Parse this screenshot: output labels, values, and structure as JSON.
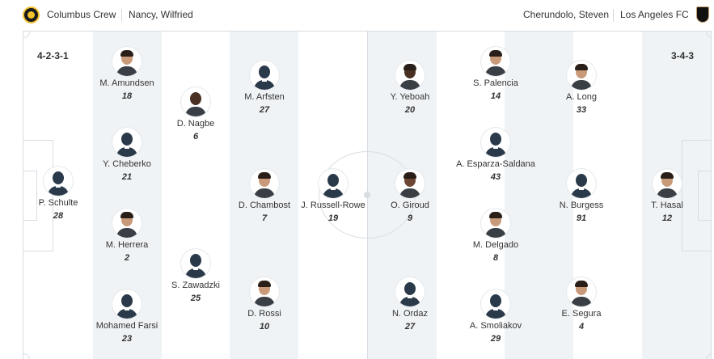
{
  "header": {
    "home_team": "Columbus Crew",
    "home_coach": "Nancy, Wilfried",
    "away_coach": "Cherundolo, Steven",
    "away_team": "Los Angeles FC"
  },
  "home_formation": "4-2-3-1",
  "away_formation": "3-4-3",
  "home_players": [
    {
      "name": "P. Schulte",
      "number": "28"
    },
    {
      "name": "M. Amundsen",
      "number": "18"
    },
    {
      "name": "Y. Cheberko",
      "number": "21"
    },
    {
      "name": "M. Herrera",
      "number": "2"
    },
    {
      "name": "Mohamed Farsi",
      "number": "23"
    },
    {
      "name": "D. Nagbe",
      "number": "6"
    },
    {
      "name": "S. Zawadzki",
      "number": "25"
    },
    {
      "name": "M. Arfsten",
      "number": "27"
    },
    {
      "name": "D. Chambost",
      "number": "7"
    },
    {
      "name": "D. Rossi",
      "number": "10"
    },
    {
      "name": "J. Russell-Rowe",
      "number": "19"
    }
  ],
  "away_players": [
    {
      "name": "T. Hasal",
      "number": "12"
    },
    {
      "name": "A. Long",
      "number": "33"
    },
    {
      "name": "N. Burgess",
      "number": "91"
    },
    {
      "name": "E. Segura",
      "number": "4"
    },
    {
      "name": "S. Palencia",
      "number": "14"
    },
    {
      "name": "A. Esparza-Saldana",
      "number": "43"
    },
    {
      "name": "M. Delgado",
      "number": "8"
    },
    {
      "name": "A. Smoliakov",
      "number": "29"
    },
    {
      "name": "Y. Yeboah",
      "number": "20"
    },
    {
      "name": "O. Giroud",
      "number": "9"
    },
    {
      "name": "N. Ordaz",
      "number": "27"
    }
  ],
  "colors": {
    "pitch_stripe": "#f0f3f5",
    "pitch_line": "#d7dde3",
    "crew_gold": "#f2c12e",
    "lafc_black": "#111111"
  }
}
